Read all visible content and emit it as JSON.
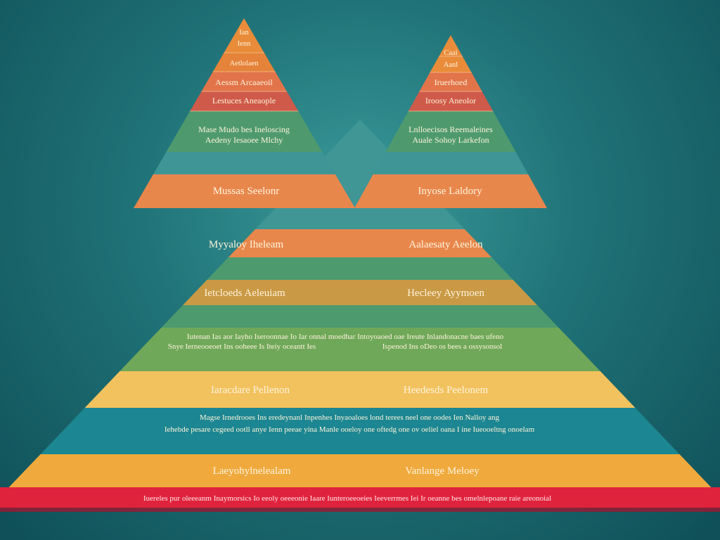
{
  "diagram": {
    "colors": {
      "background": "#1f7277",
      "left_apex": [
        "#e98c3a",
        "#e6833a",
        "#e2744a",
        "#cf5a4a"
      ],
      "green_band": "#4e9a6e",
      "teal_band": "#3f9595",
      "orange_band": "#e8874c",
      "ochre_band": "#c99945",
      "olive_band": "#6fa85a",
      "yellow_band": "#f2c25e",
      "deep_teal_band": "#1f8692",
      "amber_band": "#f0a93e",
      "red_base": "#e0233d"
    },
    "left_pyramid": {
      "tiers": [
        "Ian",
        "Ienn",
        "Aetlolaen",
        "Aessm Arcaaeoil",
        "Lestuces Aneaople"
      ],
      "body_lines": [
        "Mase Mudo bes Ineloscing",
        "Aedeny Iesaoee Mlchy"
      ]
    },
    "right_pyramid": {
      "tiers": [
        "Caai",
        "Aanl",
        "Iruerhoed",
        "Iroosy Aneolor"
      ],
      "body_lines": [
        "Lnlloecisos Reemaleines",
        "Auale Sohoy Larkefon"
      ]
    },
    "bands": [
      {
        "left": "Mussas Seelonr",
        "right": "Inyose Laldory"
      },
      {
        "left": "Myyaloy Iheleam",
        "right": "Aalaesaty Aeelon"
      },
      {
        "left": "Ietcloeds Aeleuiam",
        "right": "Hecleey Ayymoen"
      }
    ],
    "wide_text": {
      "line1": "Iutenan Ias aor Iayho Iseroonnae Io Iar onnal moedhar Intoyoaoed oae Ireute Inlandonacne baes ufeno",
      "line2_left": "Snye Ierneooeoet Ins ooheee Is Iteiy oceantt     Ies",
      "line2_right": "Ispenod Ins oDeo os bees a ossysonsol"
    },
    "yellow_band": {
      "left": "Iaracdare Pellenon",
      "right": "Heedesds Peelonem"
    },
    "deep_teal": {
      "line1": "Magse Irnedrooes Ins eredeynanl Inpenhes Inyaoaloes lond terees neel one oodes Ien Nalloy ang",
      "line2": "Iehebde pesare cegeed ootll anye Ienn peeae yina Manle ooeloy one oftedg one ov oeliel oana I ine Iueooeltng onoelam"
    },
    "amber_band": {
      "left": "Laeyohylnelealam",
      "right": "Vanlange Meloey"
    },
    "footer": "Iuereles pur oleeeanm Inaymorsics Io eeoly oeeeonie Iaare Iunteroeeoeies Ieeverrmes Iei Ir oeanne bes omelnlepoane raie areonoial"
  }
}
